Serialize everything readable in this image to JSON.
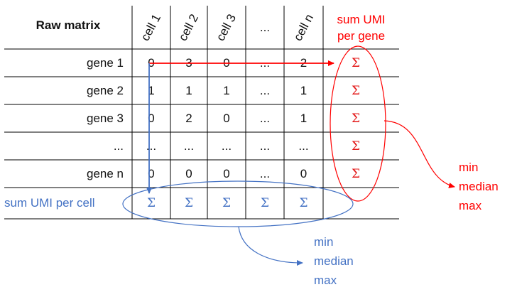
{
  "matrix": {
    "title": "Raw matrix",
    "columns": [
      "cell 1",
      "cell 2",
      "cell 3",
      "...",
      "cell n"
    ],
    "sum_gene_header": [
      "sum UMI",
      "per gene"
    ],
    "rows": [
      {
        "label": "gene 1",
        "values": [
          "0",
          "3",
          "0",
          "...",
          "2"
        ]
      },
      {
        "label": "gene 2",
        "values": [
          "1",
          "1",
          "1",
          "...",
          "1"
        ]
      },
      {
        "label": "gene 3",
        "values": [
          "0",
          "2",
          "0",
          "...",
          "1"
        ]
      },
      {
        "label": "...",
        "values": [
          "...",
          "...",
          "...",
          "...",
          "..."
        ]
      },
      {
        "label": "gene n",
        "values": [
          "0",
          "0",
          "0",
          "...",
          "0"
        ]
      }
    ],
    "sum_symbol": "Σ",
    "sum_cell_label": "sum UMI per cell"
  },
  "gene_stats": [
    "min",
    "median",
    "max"
  ],
  "cell_stats": [
    "min",
    "median",
    "max"
  ],
  "colors": {
    "red": "#ff0000",
    "blue": "#4472c4",
    "grid": "#000000"
  }
}
